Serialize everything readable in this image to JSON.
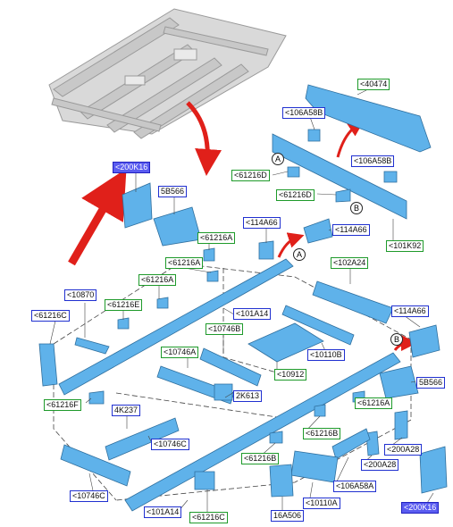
{
  "colors": {
    "part_fill": "#5fb2ea",
    "part_stroke": "#2f6f9e",
    "green_border": "#1e9a2a",
    "blue_border": "#2030d0",
    "highlight_fill": "#5a5cf0",
    "arrow_red": "#e0201a",
    "frame_gray": "#9a9a9a"
  },
  "callouts": {
    "a1": "A",
    "b1": "B",
    "a2": "A",
    "b2": "B"
  },
  "labels": {
    "l40474": "<40474",
    "l106A58B_top": "<106A58B",
    "l106A58B_right": "<106A58B",
    "l61216D_a": "<61216D",
    "l61216D_b": "<61216D",
    "l101K92": "<101K92",
    "l200K16_top": "<200K16",
    "l5B566_top": "5B566",
    "l114A66_a": "<114A66",
    "l114A66_b": "<114A66",
    "l61216A_a": "<61216A",
    "l61216A_b": "<61216A",
    "l61216A_c": "<61216A",
    "l102A24": "<102A24",
    "l10870": "<10870",
    "l61216E": "<61216E",
    "l61216C_left": "<61216C",
    "l101A14_mid": "<101A14",
    "l114A66_right": "<114A66",
    "l10746B": "<10746B",
    "l10746A": "<10746A",
    "l10110B": "<10110B",
    "l10912": "<10912",
    "l2K613": "2K613",
    "l5B566_right": "5B566",
    "l61216F": "<61216F",
    "l4K237": "4K237",
    "l61216A_right": "<61216A",
    "l10746C_mid": "<10746C",
    "l61216B_mid": "<61216B",
    "l200A28_a": "<200A28",
    "l200A28_b": "<200A28",
    "l61216B_low": "<61216B",
    "l106A58A": "<106A58A",
    "l10746C_left": "<10746C",
    "l10110A": "<10110A",
    "l101A14_low": "<101A14",
    "l61216C_low": "<61216C",
    "l16A506": "16A506",
    "l200K16_low": "<200K16"
  }
}
